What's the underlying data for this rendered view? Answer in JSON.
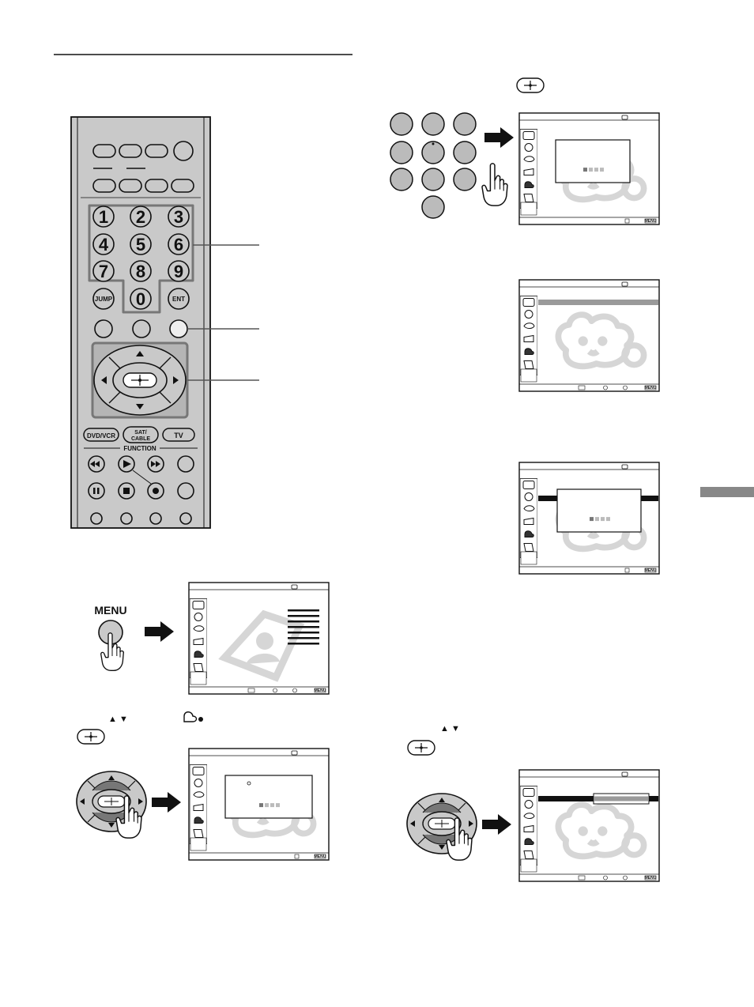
{
  "remote": {
    "numbers": [
      "1",
      "2",
      "3",
      "4",
      "5",
      "6",
      "7",
      "8",
      "9",
      "0"
    ],
    "jump_label": "JUMP",
    "ent_label": "ENT",
    "function_buttons": [
      "DVD/VCR",
      "SAT/\nCABLE",
      "TV"
    ],
    "sat_line1": "SAT/",
    "sat_line2": "CABLE",
    "dvd_label": "DVD/VCR",
    "tv_label": "TV",
    "function_label": "FUNCTION"
  },
  "menu_button_label": "MENU",
  "screen_footer_label": "MENU",
  "colors": {
    "remote_body": "#c9c9c9",
    "remote_panel": "#b5b5b5",
    "section_tab": "#888888",
    "menu_highlight": "#9a9a9a",
    "watermark": "#d6d6d6",
    "ink": "#111111"
  },
  "icons": [
    "picture-icon",
    "timer-icon",
    "sound-icon",
    "screen-icon",
    "parental-lock-icon",
    "setup-icon"
  ]
}
